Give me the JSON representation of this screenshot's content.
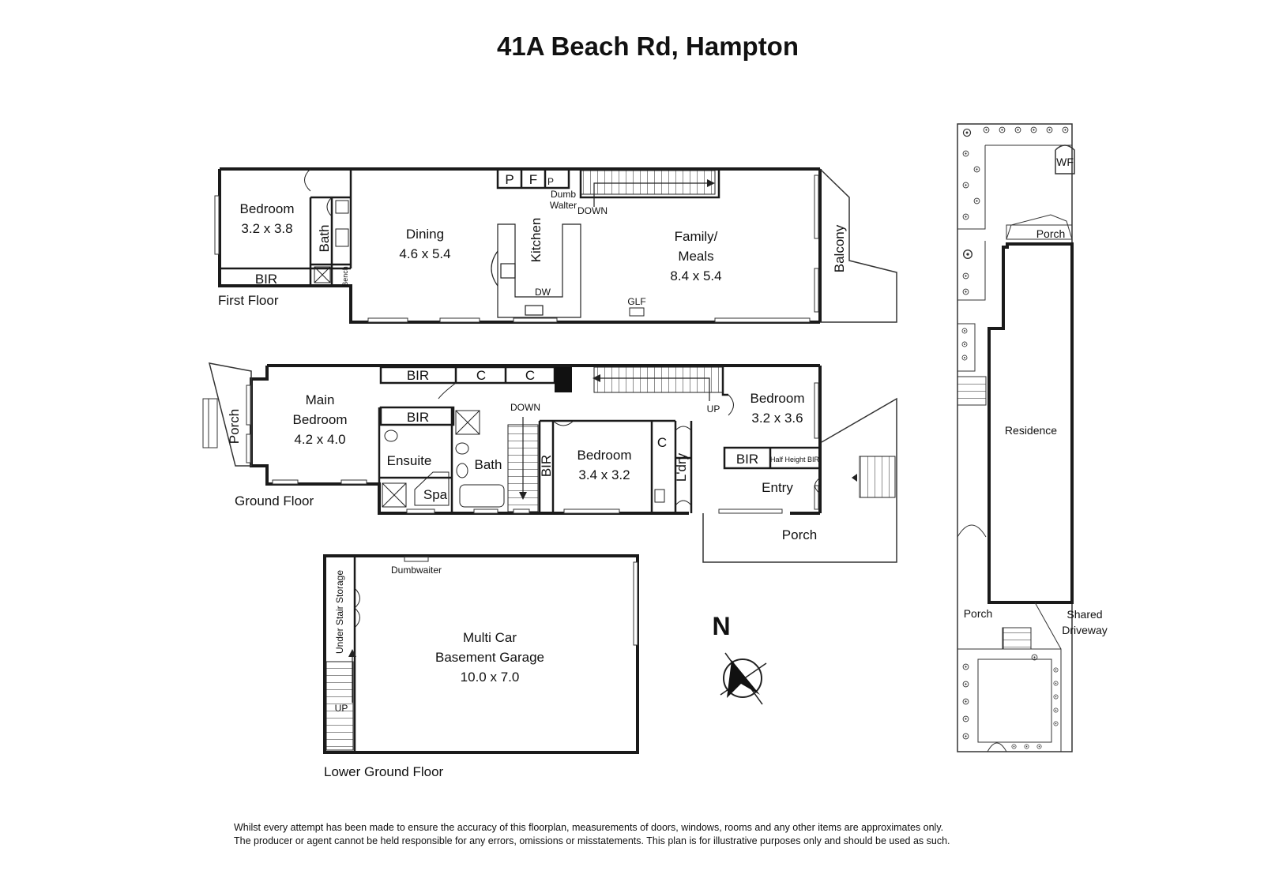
{
  "title": "41A Beach Rd, Hampton",
  "floors": {
    "first": "First Floor",
    "ground": "Ground Floor",
    "lower": "Lower Ground Floor"
  },
  "first_floor": {
    "bedroom": "Bedroom",
    "bedroom_size": "3.2 x 3.8",
    "bir": "BIR",
    "bath": "Bath",
    "bench": "Bench",
    "dining": "Dining",
    "dining_size": "4.6 x 5.4",
    "kitchen": "Kitchen",
    "dw": "DW",
    "pantry": "P",
    "fridge": "F",
    "p_small": "P",
    "dumb": "Dumb",
    "walter": "Walter",
    "down": "DOWN",
    "family": "Family/",
    "meals": "Meals",
    "family_size": "8.4 x 5.4",
    "glf": "GLF",
    "balcony": "Balcony"
  },
  "ground_floor": {
    "porch_side": "Porch",
    "main_bedroom": "Main",
    "main_bedroom_2": "Bedroom",
    "main_size": "4.2 x 4.0",
    "bir_top": "BIR",
    "c1": "C",
    "c2": "C",
    "bir_mid": "BIR",
    "down": "DOWN",
    "ensuite": "Ensuite",
    "bath": "Bath",
    "spa": "Spa",
    "bir_vert": "BIR",
    "bedroom": "Bedroom",
    "bedroom_size": "3.4 x 3.2",
    "c3": "C",
    "ldry": "L'dry",
    "up": "UP",
    "bedroom2": "Bedroom",
    "bedroom2_size": "3.2 x 3.6",
    "bir_right": "BIR",
    "half_height": "Half Height BIR",
    "entry": "Entry",
    "porch_front": "Porch"
  },
  "lower_floor": {
    "dumbwaiter": "Dumbwaiter",
    "under_stair": "Under Stair Storage",
    "up": "UP",
    "garage_1": "Multi Car",
    "garage_2": "Basement Garage",
    "garage_size": "10.0 x 7.0"
  },
  "compass": "N",
  "site": {
    "wf": "WF",
    "porch_top": "Porch",
    "residence": "Residence",
    "porch_bottom": "Porch",
    "shared_1": "Shared",
    "shared_2": "Driveway"
  },
  "disclaimer_1": "Whilst every attempt has been made to ensure the accuracy of this floorplan, measurements of doors, windows, rooms and any other items are approximates only.",
  "disclaimer_2": "The producer or agent cannot be held responsible for any errors, omissions or misstatements. This plan is for illustrative purposes only and should be used as such.",
  "colors": {
    "wall": "#1a1a1a",
    "line": "#333333",
    "background": "#ffffff"
  }
}
